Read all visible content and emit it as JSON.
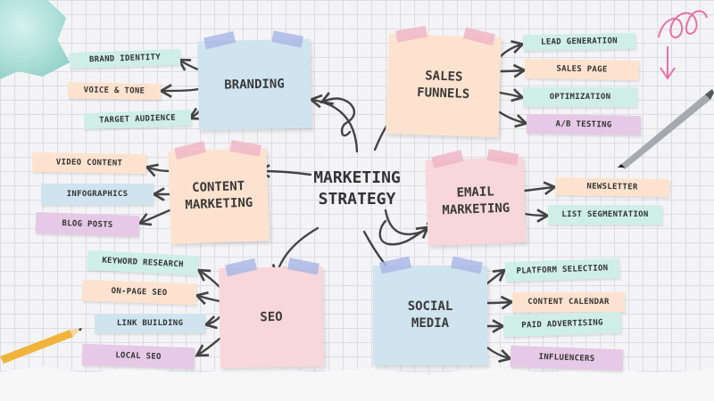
{
  "center": "MARKETING\nSTRATEGY",
  "colors": {
    "blue": "#cfe4ef",
    "peach": "#fde3cf",
    "pink": "#f8d7dc",
    "mint": "#cfeee8",
    "lavender": "#e6c9e6",
    "tape_blue": "#aab8e6",
    "tape_pink": "#f0b6c6",
    "ink": "#444444",
    "doodle": "#e96fa6"
  },
  "nodes": [
    {
      "id": "branding",
      "label": "BRANDING",
      "color": "#cfe4ef",
      "tags": [
        {
          "label": "BRAND IDENTITY",
          "color": "#cfeee8"
        },
        {
          "label": "VOICE & TONE",
          "color": "#fde3cf"
        },
        {
          "label": "TARGET AUDIENCE",
          "color": "#cfeee8"
        }
      ]
    },
    {
      "id": "sales-funnels",
      "label": "SALES\nFUNNELS",
      "color": "#fde3cf",
      "tags": [
        {
          "label": "LEAD GENERATION",
          "color": "#cfeee8"
        },
        {
          "label": "SALES PAGE",
          "color": "#fde3cf"
        },
        {
          "label": "OPTIMIZATION",
          "color": "#cfeee8"
        },
        {
          "label": "A/B TESTING",
          "color": "#e6c9e6"
        }
      ]
    },
    {
      "id": "content-marketing",
      "label": "CONTENT\nMARKETING",
      "color": "#fde3cf",
      "tags": [
        {
          "label": "VIDEO CONTENT",
          "color": "#fde3cf"
        },
        {
          "label": "INFOGRAPHICS",
          "color": "#cfe4ef"
        },
        {
          "label": "BLOG POSTS",
          "color": "#e6c9e6"
        }
      ]
    },
    {
      "id": "email-marketing",
      "label": "EMAIL\nMARKETING",
      "color": "#f8d7dc",
      "tags": [
        {
          "label": "NEWSLETTER",
          "color": "#fde3cf"
        },
        {
          "label": "LIST SEGMENTATION",
          "color": "#cfeee8"
        }
      ]
    },
    {
      "id": "seo",
      "label": "SEO",
      "color": "#f8d7dc",
      "tags": [
        {
          "label": "KEYWORD RESEARCH",
          "color": "#cfeee8"
        },
        {
          "label": "ON-PAGE SEO",
          "color": "#fde3cf"
        },
        {
          "label": "LINK BUILDING",
          "color": "#cfe4ef"
        },
        {
          "label": "LOCAL SEO",
          "color": "#e6c9e6"
        }
      ]
    },
    {
      "id": "social-media",
      "label": "SOCIAL\nMEDIA",
      "color": "#cfe4ef",
      "tags": [
        {
          "label": "PLATFORM SELECTION",
          "color": "#cfeee8"
        },
        {
          "label": "CONTENT CALENDAR",
          "color": "#fde3cf"
        },
        {
          "label": "PAID ADVERTISING",
          "color": "#cfeee8"
        },
        {
          "label": "INFLUENCERS",
          "color": "#e6c9e6"
        }
      ]
    }
  ],
  "decor": [
    "crumpled-paper-icon",
    "pencil-icon",
    "pen-icon",
    "swirl-doodle-icon"
  ]
}
